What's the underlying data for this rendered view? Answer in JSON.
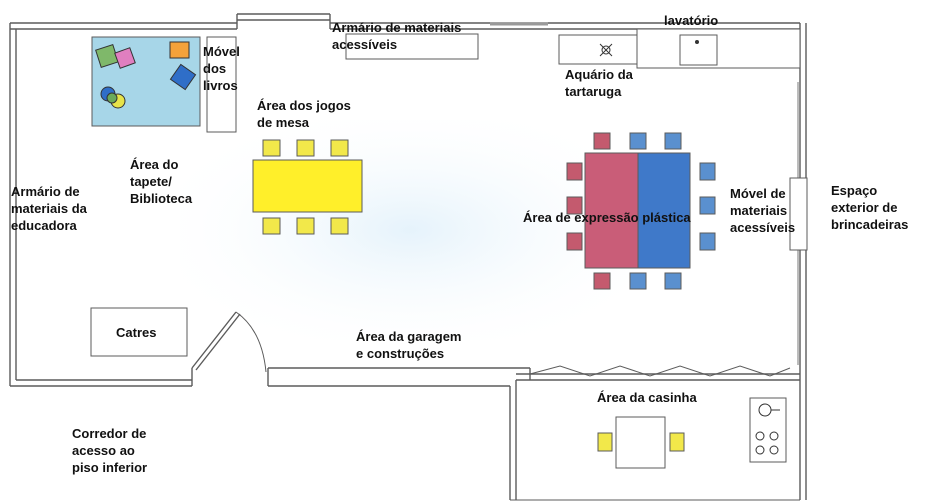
{
  "title": "",
  "colors": {
    "wall": "#5b5b5b",
    "floor_wash": "#e4f2fb",
    "carpet": "#a7d6e8",
    "table_yellow": "#ffef2a",
    "chair_yellow": "#f2e84a",
    "table_red": "#c95d78",
    "table_blue": "#3f79c9",
    "chair_red": "#c45a6e",
    "chair_blue": "#5a90cf"
  },
  "labels": {
    "armario_acessiveis": "Armário de materiais\nacessíveis",
    "lavatorio": "lavatório",
    "movel_livros": "Móvel\ndos\nlivros",
    "aquario": "Aquário da\ntartaruga",
    "area_jogos": "Área dos jogos\nde mesa",
    "area_tapete": "Área do\ntapete/\nBiblioteca",
    "armario_educadora": "Armário de\nmateriais da\neducadora",
    "area_expressao": "Área de expressão plástica",
    "movel_acessiveis": "Móvel de\nmateriais\nacessíveis",
    "espaco_exterior": "Espaço\nexterior de\nbrincadeiras",
    "catres": "Catres",
    "area_garagem": "Área da garagem\ne construções",
    "area_casinha": "Área da casinha",
    "corredor": "Corredor de\nacesso ao\npiso inferior"
  }
}
